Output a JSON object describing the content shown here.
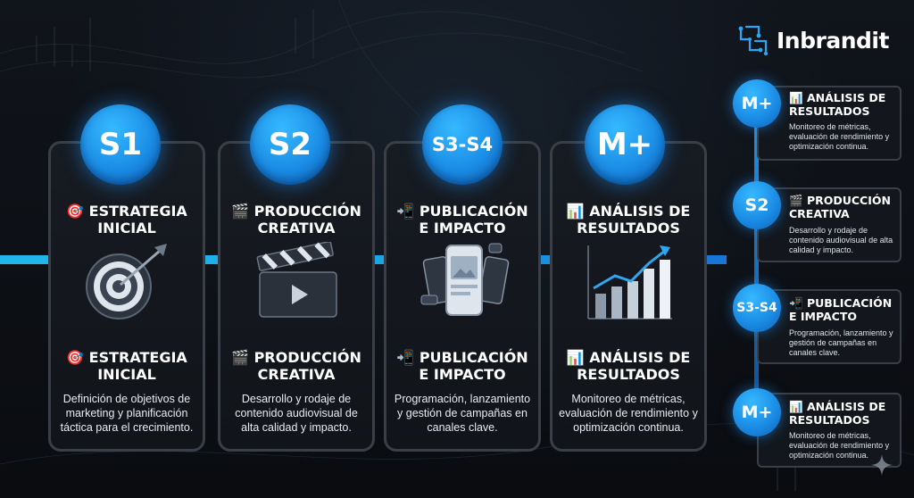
{
  "brand": {
    "name": "Inbrandit",
    "accent": "#1e90ff"
  },
  "steps": [
    {
      "badge": "S1",
      "title_icon": "🎯",
      "title_line1": "ESTRATEGIA",
      "title_line2": "INICIAL",
      "illustration": "target-dart-icon",
      "label_icon": "🎯",
      "label_line1": "ESTRATEGIA",
      "label_line2": "INICIAL",
      "description": "Definición de objetivos de marketing y planificación táctica para el crecimiento."
    },
    {
      "badge": "S2",
      "title_icon": "🎬",
      "title_line1": "PRODUCCIÓN",
      "title_line2": "CREATIVA",
      "illustration": "clapperboard-icon",
      "label_icon": "🎬",
      "label_line1": "PRODUCCIÓN",
      "label_line2": "CREATIVA",
      "description": "Desarrollo y rodaje de contenido audiovisual de alta calidad y impacto."
    },
    {
      "badge": "S3-S4",
      "title_icon": "📲",
      "title_line1": "PUBLICACIÓN",
      "title_line2": "E IMPACTO",
      "illustration": "social-phones-icon",
      "label_icon": "📲",
      "label_line1": "PUBLICACIÓN",
      "label_line2": "E IMPACTO",
      "description": "Programación, lanzamiento y gestión de campañas en canales clave."
    },
    {
      "badge": "M+",
      "title_icon": "📊",
      "title_line1": "ANÁLISIS DE",
      "title_line2": "RESULTADOS",
      "illustration": "growth-chart-icon",
      "label_icon": "📊",
      "label_line1": "ANÁLISIS DE",
      "label_line2": "RESULTADOS",
      "description": "Monitoreo de métricas, evaluación de rendimiento y optimización continua."
    }
  ],
  "sidebar": [
    {
      "badge": "M+",
      "icon": "📊",
      "title_line1": "ANÁLISIS DE",
      "title_line2": "RESULTADOS",
      "description": "Monitoreo de métricas, evaluación de rendimiento y optimización continua."
    },
    {
      "badge": "S2",
      "icon": "🎬",
      "title_line1": "PRODUCCIÓN",
      "title_line2": "CREATIVA",
      "description": "Desarrollo y rodaje de contenido audiovisual de alta calidad y impacto."
    },
    {
      "badge": "S3-S4",
      "icon": "📲",
      "title_line1": "PUBLICACIÓN",
      "title_line2": "E IMPACTO",
      "description": "Programación, lanzamiento y gestión de campañas en canales clave."
    },
    {
      "badge": "M+",
      "icon": "📊",
      "title_line1": "ANÁLISIS DE",
      "title_line2": "RESULTADOS",
      "description": "Monitoreo de métricas, evaluación de rendimiento y optimización continua."
    }
  ]
}
